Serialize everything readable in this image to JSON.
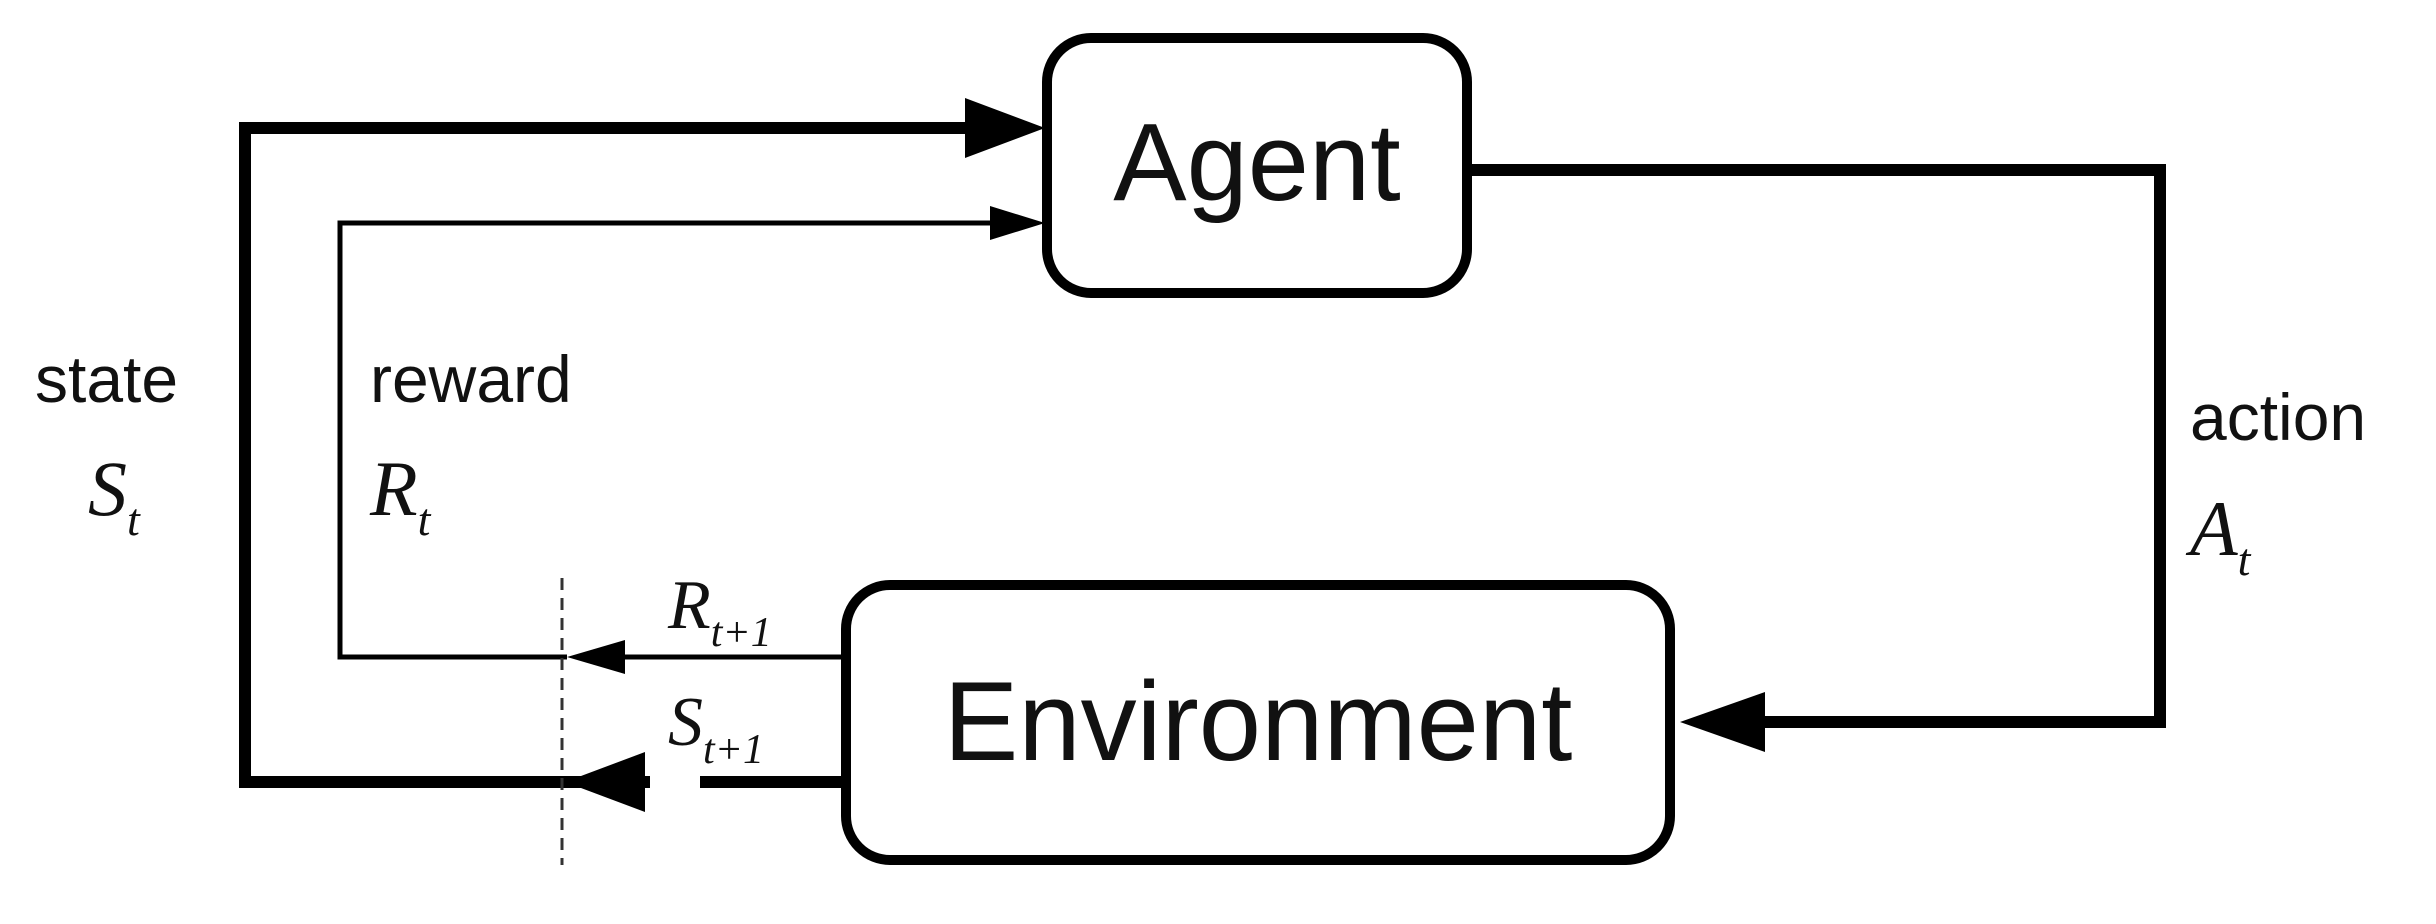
{
  "agent": {
    "label": "Agent"
  },
  "environment": {
    "label": "Environment"
  },
  "state": {
    "word": "state",
    "symbol": "S",
    "subscript": "t"
  },
  "reward": {
    "word": "reward",
    "symbol": "R",
    "subscript": "t"
  },
  "action": {
    "word": "action",
    "symbol": "A",
    "subscript": "t"
  },
  "next_reward": {
    "symbol": "R",
    "subscript": "t+1"
  },
  "next_state": {
    "symbol": "S",
    "subscript": "t+1"
  },
  "colors": {
    "line": "#000000",
    "text": "#111111",
    "background": "#ffffff"
  }
}
